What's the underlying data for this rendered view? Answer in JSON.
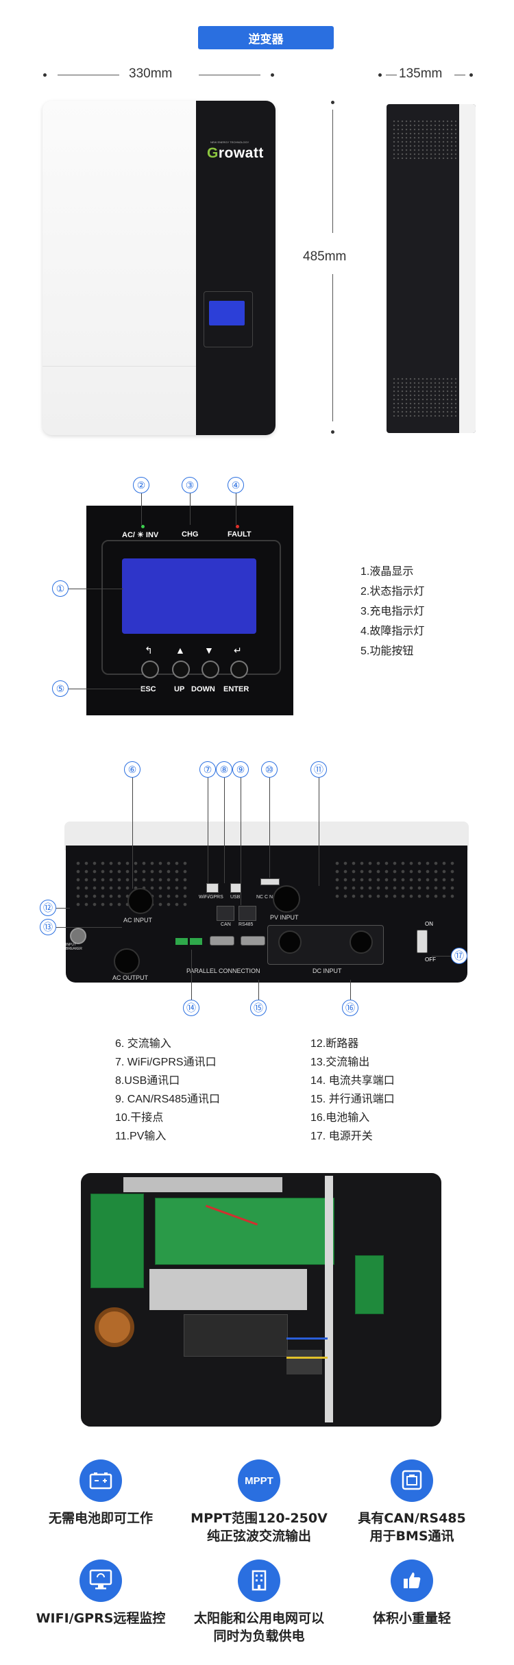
{
  "header": {
    "tag": "逆变器"
  },
  "dimensions": {
    "width": "330mm",
    "depth": "135mm",
    "height": "485mm"
  },
  "front": {
    "logo_g": "G",
    "logo_rest": "rowatt",
    "logo_tagline": "NEW ENERGY TECHNOLOGY"
  },
  "display_panel": {
    "ind_ac_inv": "AC/ ☀ INV",
    "ind_chg": "CHG",
    "ind_fault": "FAULT",
    "btn_esc": "ESC",
    "btn_up": "UP",
    "btn_down": "DOWN",
    "btn_enter": "ENTER",
    "callouts": [
      "②",
      "③",
      "④",
      "①",
      "⑤"
    ],
    "legend": [
      "1.液晶显示",
      "2.状态指示灯",
      "3.充电指示灯",
      "4.故障指示灯",
      "5.功能按钮"
    ]
  },
  "bottom_view": {
    "labels": {
      "ac_input": "AC INPUT",
      "ac_output": "AC OUTPUT",
      "wifi_gprs": "WiFi/GPRS",
      "usb": "USB",
      "can": "CAN",
      "rs485": "RS485",
      "nc_c_no": "NC  C  NO",
      "pv_input": "PV INPUT",
      "dc_input": "DC INPUT",
      "parallel": "PARALLEL CONNECTION",
      "on": "ON",
      "off": "OFF",
      "breaker": "INPUT BREAKER"
    },
    "callouts": [
      "⑥",
      "⑦",
      "⑧",
      "⑨",
      "⑩",
      "⑪",
      "⑫",
      "⑬",
      "⑭",
      "⑮",
      "⑯",
      "⑰"
    ],
    "specs_left": [
      "6. 交流输入",
      "7. WiFi/GPRS通讯口",
      "8.USB通讯口",
      "9. CAN/RS485通讯口",
      "10.干接点",
      "11.PV输入"
    ],
    "specs_right": [
      "12.断路器",
      "13.交流输出",
      "14. 电流共享端口",
      "15. 并行通讯端口",
      "16.电池输入",
      "17. 电源开关"
    ]
  },
  "features": [
    {
      "icon": "battery-icon",
      "icon_text": "",
      "label": "无需电池即可工作"
    },
    {
      "icon": "mppt-icon",
      "icon_text": "MPPT",
      "label": "MPPT范围120-250V\n纯正弦波交流输出"
    },
    {
      "icon": "network-port-icon",
      "icon_text": "",
      "label": "具有CAN/RS485\n用于BMS通讯"
    },
    {
      "icon": "monitor-icon",
      "icon_text": "",
      "label": "WIFI/GPRS远程监控"
    },
    {
      "icon": "building-icon",
      "icon_text": "",
      "label": "太阳能和公用电网可以\n同时为负载供电"
    },
    {
      "icon": "thumbs-up-icon",
      "icon_text": "",
      "label": "体积小重量轻"
    }
  ],
  "colors": {
    "accent": "#2a6fe0",
    "lcd": "#2e35c9",
    "led_green": "#3ccf4e",
    "led_red": "#e0302a"
  }
}
